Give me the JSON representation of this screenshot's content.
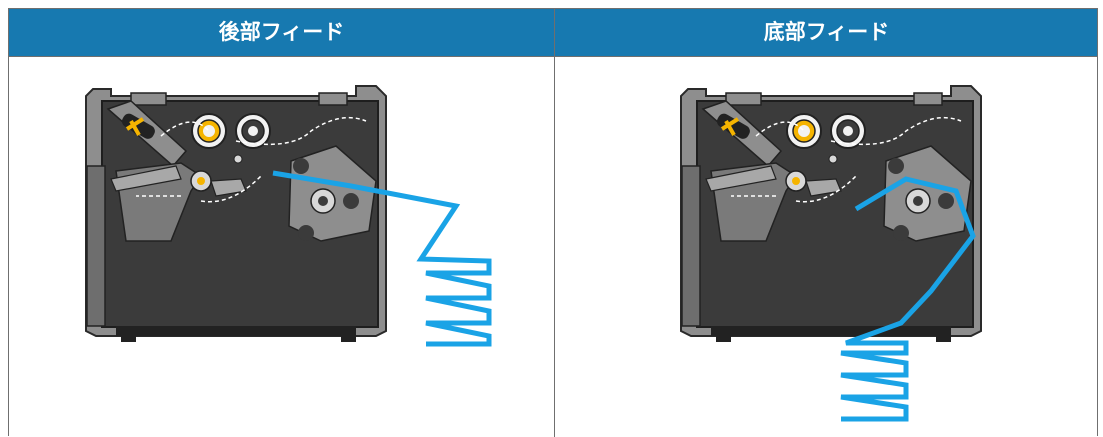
{
  "table": {
    "headers": [
      "後部フィード",
      "底部フィード"
    ]
  },
  "diagrams": [
    {
      "name": "rear-feed",
      "media_color": "#1aa3e6"
    },
    {
      "name": "bottom-feed",
      "media_color": "#1aa3e6"
    }
  ],
  "colors": {
    "header_bg": "#1779b0",
    "printer_body": "#3a3a3a",
    "printer_frame": "#8e8e8e",
    "accent_yellow": "#f5b400"
  }
}
